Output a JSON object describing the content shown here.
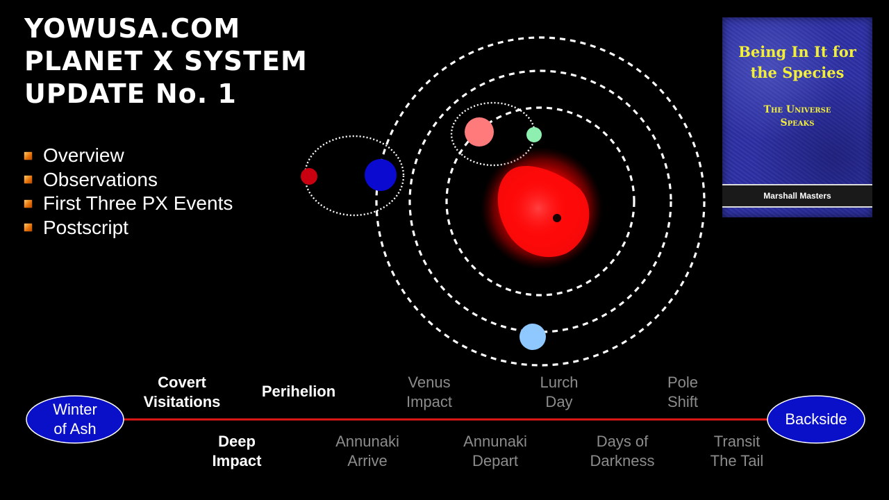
{
  "title": {
    "line1": "YOWUSA.COM",
    "line2": "PLANET X SYSTEM",
    "line3": "UPDATE No. 1"
  },
  "menu": [
    {
      "label": "Overview"
    },
    {
      "label": "Observations"
    },
    {
      "label": "First Three PX Events"
    },
    {
      "label": "Postscript"
    }
  ],
  "book": {
    "title_line1": "Being In It for",
    "title_line2": "the Species",
    "subtitle_line1": "The Universe",
    "subtitle_line2": "Speaks",
    "author": "Marshall Masters"
  },
  "timeline": {
    "start": {
      "line1": "Winter",
      "line2": "of Ash"
    },
    "end": {
      "label": "Backside"
    },
    "top_events": [
      {
        "line1": "Covert",
        "line2": "Visitations",
        "state": "active"
      },
      {
        "line1": "Perihelion",
        "line2": "",
        "state": "active"
      },
      {
        "line1": "Venus",
        "line2": "Impact",
        "state": "dim"
      },
      {
        "line1": "Lurch",
        "line2": "Day",
        "state": "dim"
      },
      {
        "line1": "Pole",
        "line2": "Shift",
        "state": "dim"
      }
    ],
    "bottom_events": [
      {
        "line1": "Deep",
        "line2": "Impact",
        "state": "active"
      },
      {
        "line1": "Annunaki",
        "line2": "Arrive",
        "state": "dim"
      },
      {
        "line1": "Annunaki",
        "line2": "Depart",
        "state": "dim"
      },
      {
        "line1": "Days of",
        "line2": "Darkness",
        "state": "dim"
      },
      {
        "line1": "Transit",
        "line2": "The Tail",
        "state": "dim"
      }
    ]
  },
  "colors": {
    "timeline_line": "#e01818",
    "ellipse_fill": "#0a10c8",
    "orbit": "#ffffff",
    "dim_text": "#8c8c8c",
    "book_title": "#f2ef3c"
  }
}
